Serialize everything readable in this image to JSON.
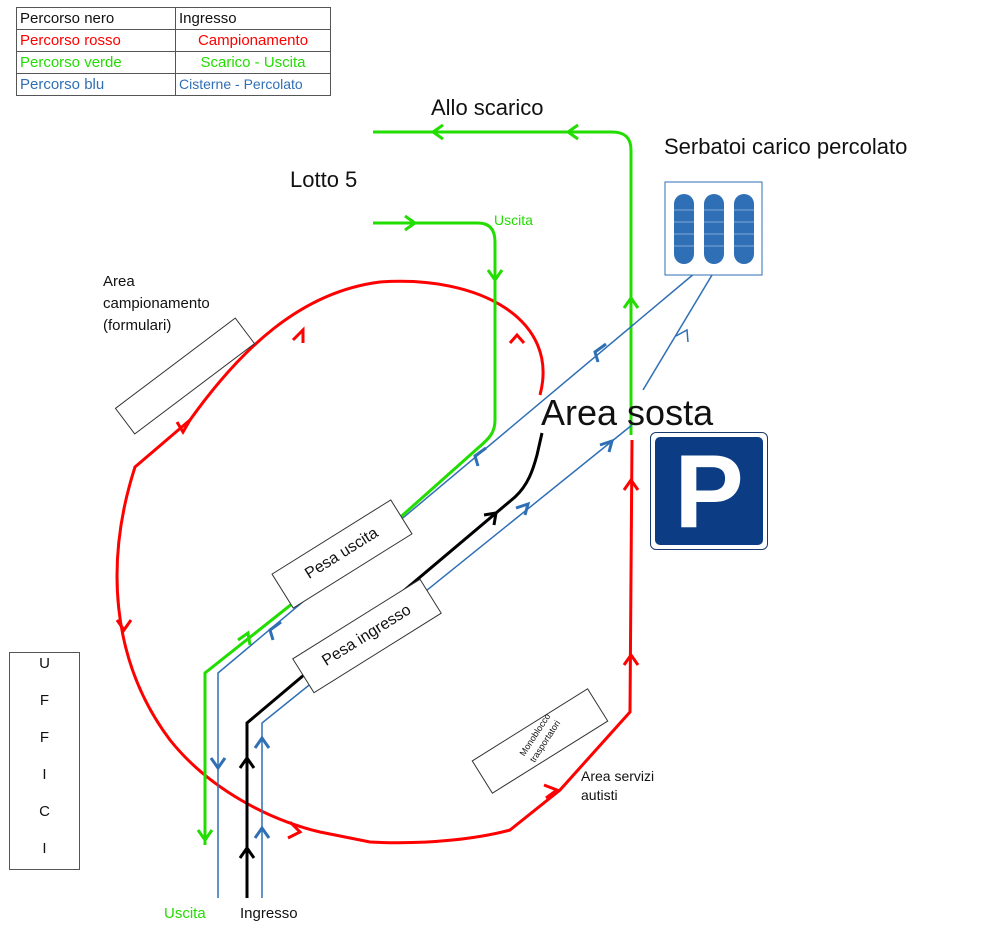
{
  "legend": {
    "rows": [
      {
        "path": "Percorso nero",
        "use": "Ingresso",
        "color": "#000000"
      },
      {
        "path": "Percorso rosso",
        "use": "Campionamento",
        "color": "#ff0000"
      },
      {
        "path": "Percorso verde",
        "use": "Scarico - Uscita",
        "color": "#22dd00"
      },
      {
        "path": "Percorso blu",
        "use": "Cisterne -  Percolato",
        "color": "#2f6fb5"
      }
    ]
  },
  "labels": {
    "allo_scarico": "Allo scarico",
    "serbatoi": "Serbatoi carico percolato",
    "lotto": "Lotto 5",
    "uscita_top": "Uscita",
    "area_campionamento": [
      "Area",
      "campionamento",
      "(formulari)"
    ],
    "area_sosta": "Area sosta",
    "pesa_uscita": "Pesa uscita",
    "pesa_ingresso": "Pesa ingresso",
    "monoblocco": [
      "Monoblocco",
      "trasportatori"
    ],
    "area_servizi": [
      "Area servizi",
      "autisti"
    ],
    "uscita_bottom": "Uscita",
    "ingresso_bottom": "Ingresso"
  },
  "parking_sign": {
    "letter": "P",
    "bg_color": "#0b3c84"
  },
  "uffici_letters": [
    "U",
    "F",
    "F",
    "I",
    "C",
    "I"
  ],
  "colors": {
    "black": "#000000",
    "red": "#ff0000",
    "green": "#22dd00",
    "blue": "#2f6fb5"
  },
  "icons": [
    "parking-sign-icon",
    "storage-tanks-icon"
  ]
}
